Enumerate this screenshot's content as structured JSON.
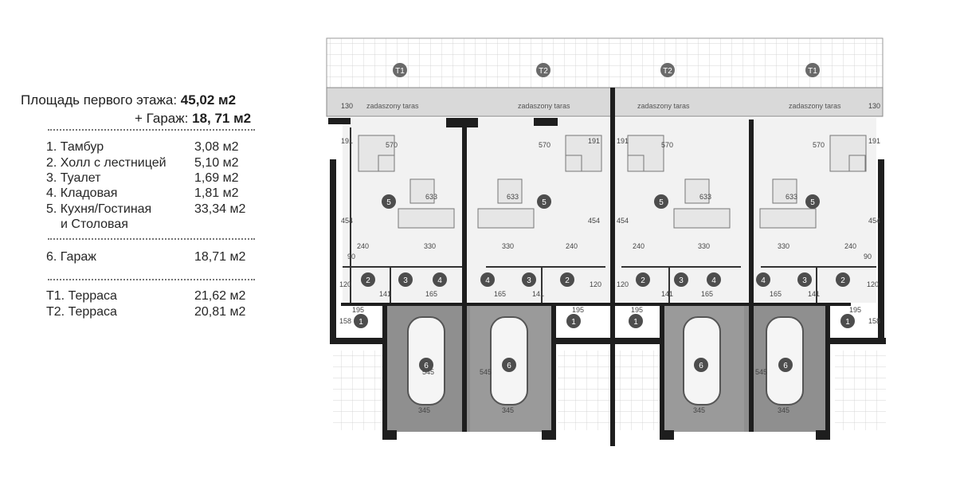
{
  "legend": {
    "title_label": "Площадь первого этажа:",
    "title_value": "45,02 м2",
    "garage_label": "+ Гараж:",
    "garage_value": "18, 71 м2",
    "rooms": [
      {
        "label": "1. Тамбур",
        "value": "3,08 м2"
      },
      {
        "label": "2. Холл с лестницей",
        "value": "5,10 м2"
      },
      {
        "label": "3. Туалет",
        "value": "1,69 м2"
      },
      {
        "label": "4. Кладовая",
        "value": "1,81 м2"
      },
      {
        "label": "5. Кухня/Гостиная",
        "value": "33,34 м2",
        "label2": "и Столовая"
      }
    ],
    "garage_row": {
      "label": "6. Гараж",
      "value": "18,71 м2"
    },
    "terraces": [
      {
        "label": "T1. Терраса",
        "value": "21,62 м2"
      },
      {
        "label": "T2. Терраса",
        "value": "20,81 м2"
      }
    ]
  },
  "plan": {
    "terrace_tags": [
      "T1",
      "T2",
      "T2",
      "T1"
    ],
    "covered_terrace_label": "zadaszony taras",
    "dims": {
      "d130": "130",
      "d191": "191",
      "d570": "570",
      "d633": "633",
      "d454": "454",
      "d240": "240",
      "d330": "330",
      "d90": "90",
      "d120": "120",
      "d141": "141",
      "d165": "165",
      "d195": "195",
      "d158": "158",
      "d545": "545",
      "d345": "345"
    },
    "room_numbers": [
      "1",
      "2",
      "3",
      "4",
      "5",
      "6"
    ]
  }
}
